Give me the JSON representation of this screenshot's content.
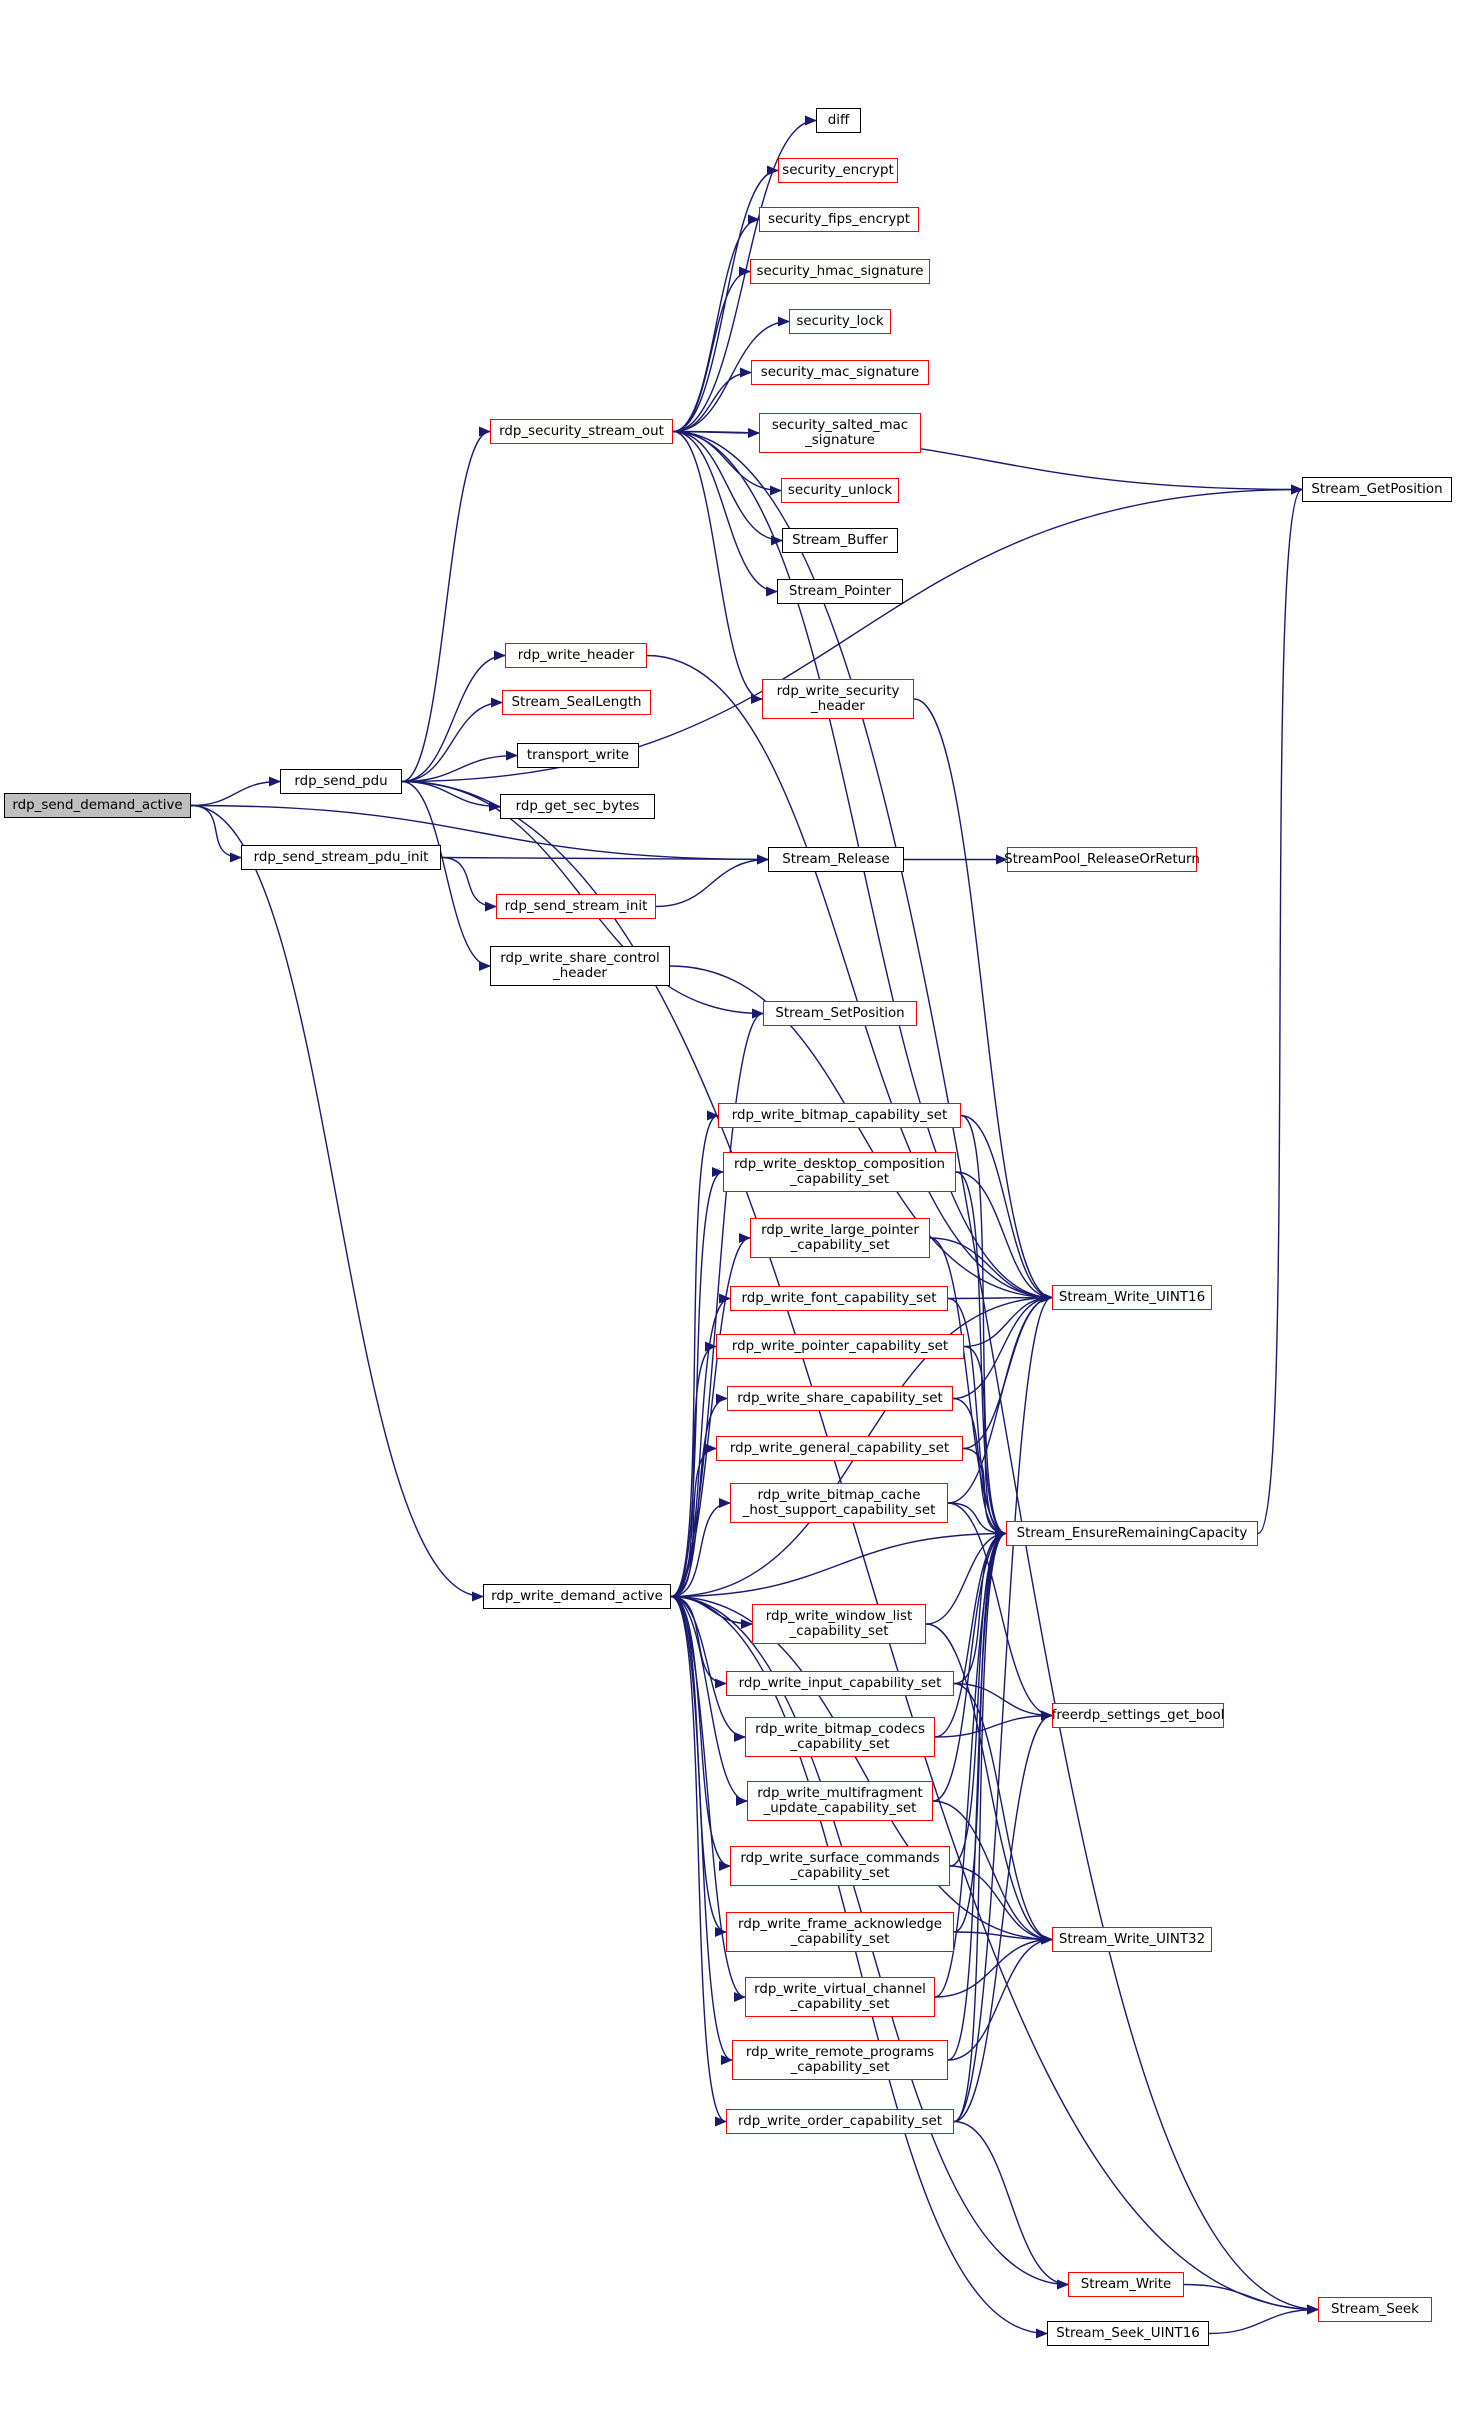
{
  "graph": {
    "colors": {
      "edge": "#191970",
      "red_border": "#ff0000",
      "black_border": "#000000",
      "root_fill": "#bfbfbf"
    },
    "nodes": [
      {
        "id": "n_root",
        "label": "rdp_send_demand_active",
        "style": "root"
      },
      {
        "id": "n_send_pdu",
        "label": "rdp_send_pdu",
        "style": "black"
      },
      {
        "id": "n_stream_pdu_init",
        "label": "rdp_send_stream_pdu_init",
        "style": "black"
      },
      {
        "id": "n_write_demand",
        "label": "rdp_write_demand_active",
        "style": "black"
      },
      {
        "id": "n_sec_out",
        "label": "rdp_security_stream_out",
        "style": "red"
      },
      {
        "id": "n_write_header",
        "label": "rdp_write_header",
        "style": "red"
      },
      {
        "id": "n_seal",
        "label": "Stream_SealLength",
        "style": "red"
      },
      {
        "id": "n_transport",
        "label": "transport_write",
        "style": "black"
      },
      {
        "id": "n_secbytes",
        "label": "rdp_get_sec_bytes",
        "style": "black"
      },
      {
        "id": "n_stream_init",
        "label": "rdp_send_stream_init",
        "style": "red"
      },
      {
        "id": "n_share_ctrl",
        "label": "rdp_write_share_control\n_header",
        "style": "black"
      },
      {
        "id": "n_diff",
        "label": "diff",
        "style": "black"
      },
      {
        "id": "n_encrypt",
        "label": "security_encrypt",
        "style": "red"
      },
      {
        "id": "n_fips",
        "label": "security_fips_encrypt",
        "style": "red"
      },
      {
        "id": "n_hmac",
        "label": "security_hmac_signature",
        "style": "red"
      },
      {
        "id": "n_lock",
        "label": "security_lock",
        "style": "red"
      },
      {
        "id": "n_mac",
        "label": "security_mac_signature",
        "style": "red"
      },
      {
        "id": "n_salted",
        "label": "security_salted_mac\n_signature",
        "style": "red"
      },
      {
        "id": "n_unlock",
        "label": "security_unlock",
        "style": "red"
      },
      {
        "id": "n_buffer",
        "label": "Stream_Buffer",
        "style": "black"
      },
      {
        "id": "n_pointer",
        "label": "Stream_Pointer",
        "style": "black"
      },
      {
        "id": "n_sec_header",
        "label": "rdp_write_security\n_header",
        "style": "red"
      },
      {
        "id": "n_release",
        "label": "Stream_Release",
        "style": "black"
      },
      {
        "id": "n_pool",
        "label": "StreamPool_ReleaseOrReturn",
        "style": "red"
      },
      {
        "id": "n_getpos",
        "label": "Stream_GetPosition",
        "style": "black"
      },
      {
        "id": "n_setpos",
        "label": "Stream_SetPosition",
        "style": "red"
      },
      {
        "id": "n_bitmap",
        "label": "rdp_write_bitmap_capability_set",
        "style": "red"
      },
      {
        "id": "n_desktop",
        "label": "rdp_write_desktop_composition\n_capability_set",
        "style": "red"
      },
      {
        "id": "n_largeptr",
        "label": "rdp_write_large_pointer\n_capability_set",
        "style": "red"
      },
      {
        "id": "n_font",
        "label": "rdp_write_font_capability_set",
        "style": "red"
      },
      {
        "id": "n_pointer_cap",
        "label": "rdp_write_pointer_capability_set",
        "style": "red"
      },
      {
        "id": "n_share_cap",
        "label": "rdp_write_share_capability_set",
        "style": "red"
      },
      {
        "id": "n_general",
        "label": "rdp_write_general_capability_set",
        "style": "red"
      },
      {
        "id": "n_cache_host",
        "label": "rdp_write_bitmap_cache\n_host_support_capability_set",
        "style": "red"
      },
      {
        "id": "n_winlist",
        "label": "rdp_write_window_list\n_capability_set",
        "style": "red"
      },
      {
        "id": "n_input",
        "label": "rdp_write_input_capability_set",
        "style": "red"
      },
      {
        "id": "n_codecs",
        "label": "rdp_write_bitmap_codecs\n_capability_set",
        "style": "red"
      },
      {
        "id": "n_multifrag",
        "label": "rdp_write_multifragment\n_update_capability_set",
        "style": "red"
      },
      {
        "id": "n_surface",
        "label": "rdp_write_surface_commands\n_capability_set",
        "style": "red"
      },
      {
        "id": "n_frameack",
        "label": "rdp_write_frame_acknowledge\n_capability_set",
        "style": "red"
      },
      {
        "id": "n_virtual",
        "label": "rdp_write_virtual_channel\n_capability_set",
        "style": "red"
      },
      {
        "id": "n_remote",
        "label": "rdp_write_remote_programs\n_capability_set",
        "style": "red"
      },
      {
        "id": "n_order",
        "label": "rdp_write_order_capability_set",
        "style": "red"
      },
      {
        "id": "n_uint16",
        "label": "Stream_Write_UINT16",
        "style": "red"
      },
      {
        "id": "n_ensure",
        "label": "Stream_EnsureRemainingCapacity",
        "style": "red"
      },
      {
        "id": "n_getbool",
        "label": "freerdp_settings_get_bool",
        "style": "red"
      },
      {
        "id": "n_uint32",
        "label": "Stream_Write_UINT32",
        "style": "red"
      },
      {
        "id": "n_write",
        "label": "Stream_Write",
        "style": "red"
      },
      {
        "id": "n_seekuint",
        "label": "Stream_Seek_UINT16",
        "style": "black"
      },
      {
        "id": "n_seek",
        "label": "Stream_Seek",
        "style": "red"
      }
    ],
    "edges": [
      [
        "n_root",
        "n_send_pdu"
      ],
      [
        "n_root",
        "n_stream_pdu_init"
      ],
      [
        "n_root",
        "n_write_demand"
      ],
      [
        "n_root",
        "n_release"
      ],
      [
        "n_send_pdu",
        "n_sec_out"
      ],
      [
        "n_send_pdu",
        "n_write_header"
      ],
      [
        "n_send_pdu",
        "n_seal"
      ],
      [
        "n_send_pdu",
        "n_transport"
      ],
      [
        "n_send_pdu",
        "n_secbytes"
      ],
      [
        "n_send_pdu",
        "n_share_ctrl"
      ],
      [
        "n_send_pdu",
        "n_setpos"
      ],
      [
        "n_send_pdu",
        "n_getpos"
      ],
      [
        "n_send_pdu",
        "n_seek"
      ],
      [
        "n_stream_pdu_init",
        "n_release"
      ],
      [
        "n_stream_pdu_init",
        "n_stream_init"
      ],
      [
        "n_stream_init",
        "n_release"
      ],
      [
        "n_sec_out",
        "n_diff"
      ],
      [
        "n_sec_out",
        "n_encrypt"
      ],
      [
        "n_sec_out",
        "n_fips"
      ],
      [
        "n_sec_out",
        "n_hmac"
      ],
      [
        "n_sec_out",
        "n_lock"
      ],
      [
        "n_sec_out",
        "n_mac"
      ],
      [
        "n_sec_out",
        "n_salted"
      ],
      [
        "n_sec_out",
        "n_unlock"
      ],
      [
        "n_sec_out",
        "n_buffer"
      ],
      [
        "n_sec_out",
        "n_pointer"
      ],
      [
        "n_sec_out",
        "n_sec_header"
      ],
      [
        "n_sec_out",
        "n_getpos"
      ],
      [
        "n_sec_out",
        "n_seek"
      ],
      [
        "n_sec_out",
        "n_uint16"
      ],
      [
        "n_write_header",
        "n_uint16"
      ],
      [
        "n_sec_header",
        "n_uint16"
      ],
      [
        "n_share_ctrl",
        "n_uint16"
      ],
      [
        "n_release",
        "n_pool"
      ],
      [
        "n_write_demand",
        "n_setpos"
      ],
      [
        "n_write_demand",
        "n_bitmap"
      ],
      [
        "n_write_demand",
        "n_desktop"
      ],
      [
        "n_write_demand",
        "n_largeptr"
      ],
      [
        "n_write_demand",
        "n_font"
      ],
      [
        "n_write_demand",
        "n_pointer_cap"
      ],
      [
        "n_write_demand",
        "n_share_cap"
      ],
      [
        "n_write_demand",
        "n_general"
      ],
      [
        "n_write_demand",
        "n_cache_host"
      ],
      [
        "n_write_demand",
        "n_ensure"
      ],
      [
        "n_write_demand",
        "n_winlist"
      ],
      [
        "n_write_demand",
        "n_input"
      ],
      [
        "n_write_demand",
        "n_codecs"
      ],
      [
        "n_write_demand",
        "n_multifrag"
      ],
      [
        "n_write_demand",
        "n_surface"
      ],
      [
        "n_write_demand",
        "n_frameack"
      ],
      [
        "n_write_demand",
        "n_virtual"
      ],
      [
        "n_write_demand",
        "n_remote"
      ],
      [
        "n_write_demand",
        "n_order"
      ],
      [
        "n_write_demand",
        "n_write"
      ],
      [
        "n_write_demand",
        "n_seekuint"
      ],
      [
        "n_write_demand",
        "n_uint16"
      ],
      [
        "n_write_demand",
        "n_uint32"
      ],
      [
        "n_bitmap",
        "n_uint16"
      ],
      [
        "n_bitmap",
        "n_ensure"
      ],
      [
        "n_desktop",
        "n_uint16"
      ],
      [
        "n_desktop",
        "n_ensure"
      ],
      [
        "n_largeptr",
        "n_uint16"
      ],
      [
        "n_largeptr",
        "n_ensure"
      ],
      [
        "n_font",
        "n_uint16"
      ],
      [
        "n_font",
        "n_ensure"
      ],
      [
        "n_pointer_cap",
        "n_uint16"
      ],
      [
        "n_pointer_cap",
        "n_ensure"
      ],
      [
        "n_share_cap",
        "n_uint16"
      ],
      [
        "n_share_cap",
        "n_ensure"
      ],
      [
        "n_general",
        "n_uint16"
      ],
      [
        "n_general",
        "n_ensure"
      ],
      [
        "n_cache_host",
        "n_ensure"
      ],
      [
        "n_cache_host",
        "n_getbool"
      ],
      [
        "n_cache_host",
        "n_uint16"
      ],
      [
        "n_winlist",
        "n_ensure"
      ],
      [
        "n_winlist",
        "n_uint32"
      ],
      [
        "n_input",
        "n_ensure"
      ],
      [
        "n_input",
        "n_getbool"
      ],
      [
        "n_input",
        "n_uint32"
      ],
      [
        "n_codecs",
        "n_getbool"
      ],
      [
        "n_codecs",
        "n_ensure"
      ],
      [
        "n_multifrag",
        "n_ensure"
      ],
      [
        "n_multifrag",
        "n_uint32"
      ],
      [
        "n_surface",
        "n_ensure"
      ],
      [
        "n_surface",
        "n_uint32"
      ],
      [
        "n_frameack",
        "n_ensure"
      ],
      [
        "n_frameack",
        "n_uint32"
      ],
      [
        "n_virtual",
        "n_ensure"
      ],
      [
        "n_virtual",
        "n_uint32"
      ],
      [
        "n_remote",
        "n_ensure"
      ],
      [
        "n_remote",
        "n_uint32"
      ],
      [
        "n_order",
        "n_ensure"
      ],
      [
        "n_order",
        "n_uint16"
      ],
      [
        "n_order",
        "n_getbool"
      ],
      [
        "n_order",
        "n_write"
      ],
      [
        "n_ensure",
        "n_getpos"
      ],
      [
        "n_write",
        "n_seek"
      ],
      [
        "n_seekuint",
        "n_seek"
      ]
    ]
  }
}
